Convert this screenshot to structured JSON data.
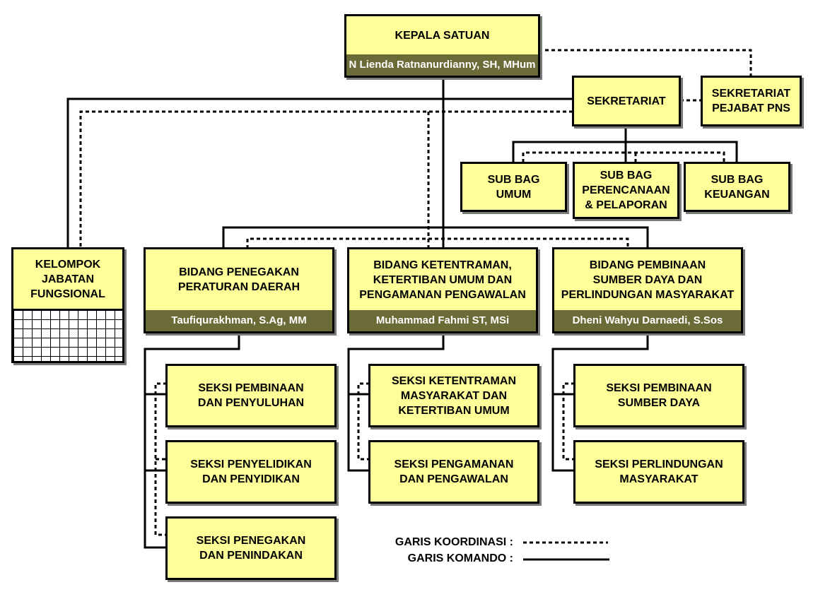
{
  "units": {
    "kepala": {
      "title": "KEPALA SATUAN",
      "name": "N Lienda Ratnanurdianny, SH, MHum"
    },
    "sekretariat": {
      "title": "SEKRETARIAT"
    },
    "sekretariat_pns": {
      "title": "SEKRETARIAT\nPEJABAT PNS"
    },
    "subbag_umum": {
      "title": "SUB BAG\nUMUM"
    },
    "subbag_perencanaan": {
      "title": "SUB BAG\nPERENCANAAN\n& PELAPORAN"
    },
    "subbag_keuangan": {
      "title": "SUB BAG\nKEUANGAN"
    },
    "kelompok": {
      "title": "KELOMPOK\nJABATAN\nFUNGSIONAL"
    },
    "bidang_penegakan": {
      "title": "BIDANG PENEGAKAN\nPERATURAN DAERAH",
      "name": "Taufiqurakhman, S.Ag, MM"
    },
    "bidang_ketentraman": {
      "title": "BIDANG KETENTRAMAN,\nKETERTIBAN UMUM DAN\nPENGAMANAN PENGAWALAN",
      "name": "Muhammad Fahmi ST, MSi"
    },
    "bidang_pembinaan": {
      "title": "BIDANG PEMBINAAN\nSUMBER DAYA DAN\nPERLINDUNGAN MASYARAKAT",
      "name": "Dheni Wahyu Darnaedi, S.Sos"
    },
    "seksi_pembinaan_penyuluhan": {
      "title": "SEKSI PEMBINAAN\nDAN PENYULUHAN"
    },
    "seksi_penyelidikan": {
      "title": "SEKSI PENYELIDIKAN\nDAN PENYIDIKAN"
    },
    "seksi_penegakan": {
      "title": "SEKSI PENEGAKAN\nDAN PENINDAKAN"
    },
    "seksi_ketentraman": {
      "title": "SEKSI KETENTRAMAN\nMASYARAKAT DAN\nKETERTIBAN UMUM"
    },
    "seksi_pengamanan": {
      "title": "SEKSI PENGAMANAN\nDAN PENGAWALAN"
    },
    "seksi_pembinaan_sd": {
      "title": "SEKSI PEMBINAAN\nSUMBER DAYA"
    },
    "seksi_perlindungan": {
      "title": "SEKSI PERLINDUNGAN\nMASYARAKAT"
    }
  },
  "legend": {
    "koordinasi": "GARIS KOORDINASI :",
    "komando": "GARIS KOMANDO :"
  },
  "colors": {
    "box_fill": "#FFFF99",
    "name_bar": "#6B6B37",
    "line": "#000000"
  }
}
